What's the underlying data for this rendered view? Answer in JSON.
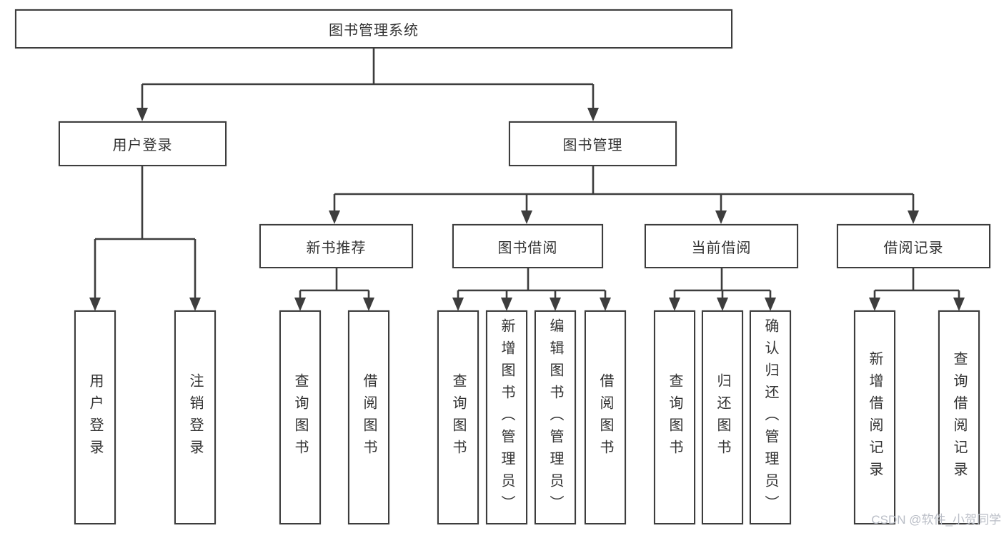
{
  "watermark": "CSDN @软件_小贺同学",
  "colors": {
    "background": "#ffffff",
    "line": "#3d3d3d",
    "text": "#333333",
    "watermark_text": "#b9bdc6"
  },
  "tree": {
    "root": {
      "label": "图书管理系统"
    },
    "branches": [
      {
        "label": "用户登录",
        "children": [
          {
            "label": "用户登录"
          },
          {
            "label": "注销登录"
          }
        ]
      },
      {
        "label": "图书管理",
        "children": [
          {
            "label": "新书推荐",
            "children": [
              {
                "label": "查询图书"
              },
              {
                "label": "借阅图书"
              }
            ]
          },
          {
            "label": "图书借阅",
            "children": [
              {
                "label": "查询图书"
              },
              {
                "label": "新增图书（管理员）"
              },
              {
                "label": "编辑图书（管理员）"
              },
              {
                "label": "借阅图书"
              }
            ]
          },
          {
            "label": "当前借阅",
            "children": [
              {
                "label": "查询图书"
              },
              {
                "label": "归还图书"
              },
              {
                "label": "确认归还（管理员）"
              }
            ]
          },
          {
            "label": "借阅记录",
            "children": [
              {
                "label": "新增借阅记录"
              },
              {
                "label": "查询借阅记录"
              }
            ]
          }
        ]
      }
    ]
  }
}
